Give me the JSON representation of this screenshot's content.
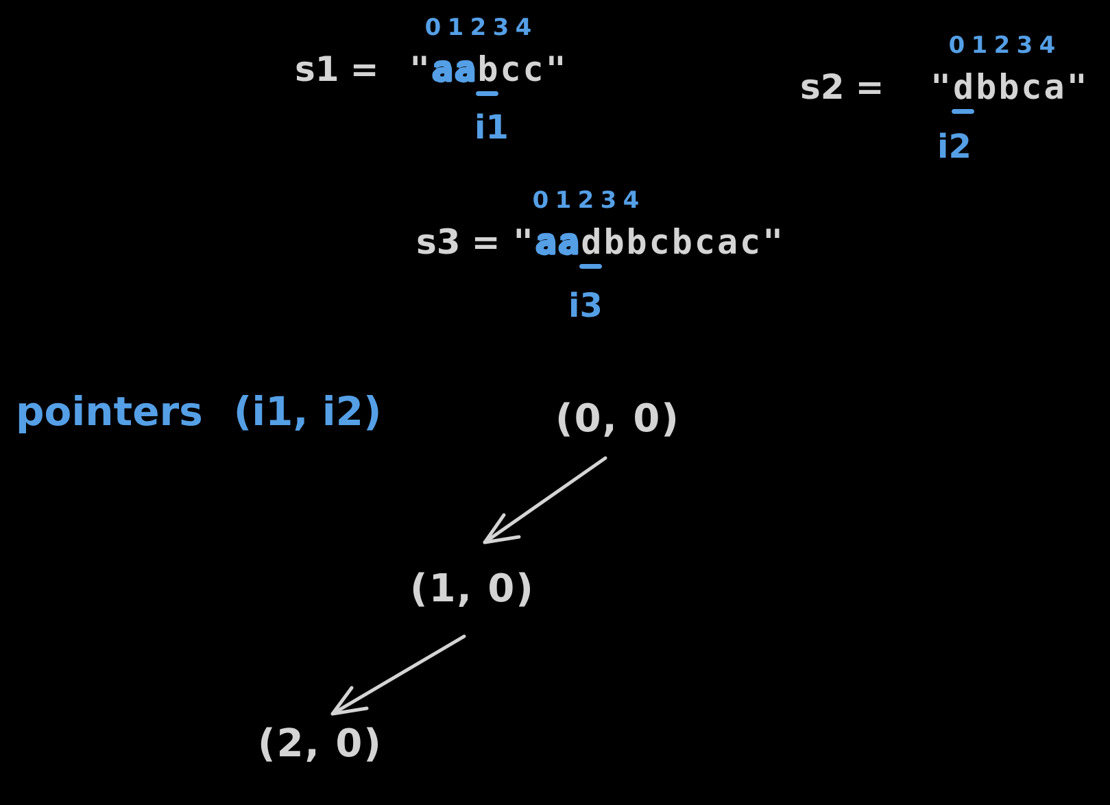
{
  "colors": {
    "background": "#000000",
    "ink_gray": "#d4d4d4",
    "ink_blue": "#559fe6"
  },
  "strings": {
    "s1": {
      "name": "s1",
      "eq": "=",
      "quote": "\"",
      "indices": [
        "0",
        "1",
        "2",
        "3",
        "4"
      ],
      "consumed": "aa",
      "current": "b",
      "remaining": "cc",
      "pointer": "i1"
    },
    "s2": {
      "name": "s2",
      "eq": "=",
      "quote": "\"",
      "indices": [
        "0",
        "1",
        "2",
        "3",
        "4"
      ],
      "consumed": "",
      "current": "d",
      "remaining": "bbca",
      "pointer": "i2"
    },
    "s3": {
      "name": "s3",
      "eq": "=",
      "quote": "\"",
      "indices": [
        "0",
        "1",
        "2",
        "3",
        "4"
      ],
      "consumed": "aa",
      "current": "d",
      "remaining": "bbcbcac",
      "pointer": "i3"
    }
  },
  "caption": {
    "label": "pointers",
    "args": "(i1, i2)"
  },
  "tree": {
    "nodes": [
      "(0, 0)",
      "(1, 0)",
      "(2, 0)"
    ]
  }
}
